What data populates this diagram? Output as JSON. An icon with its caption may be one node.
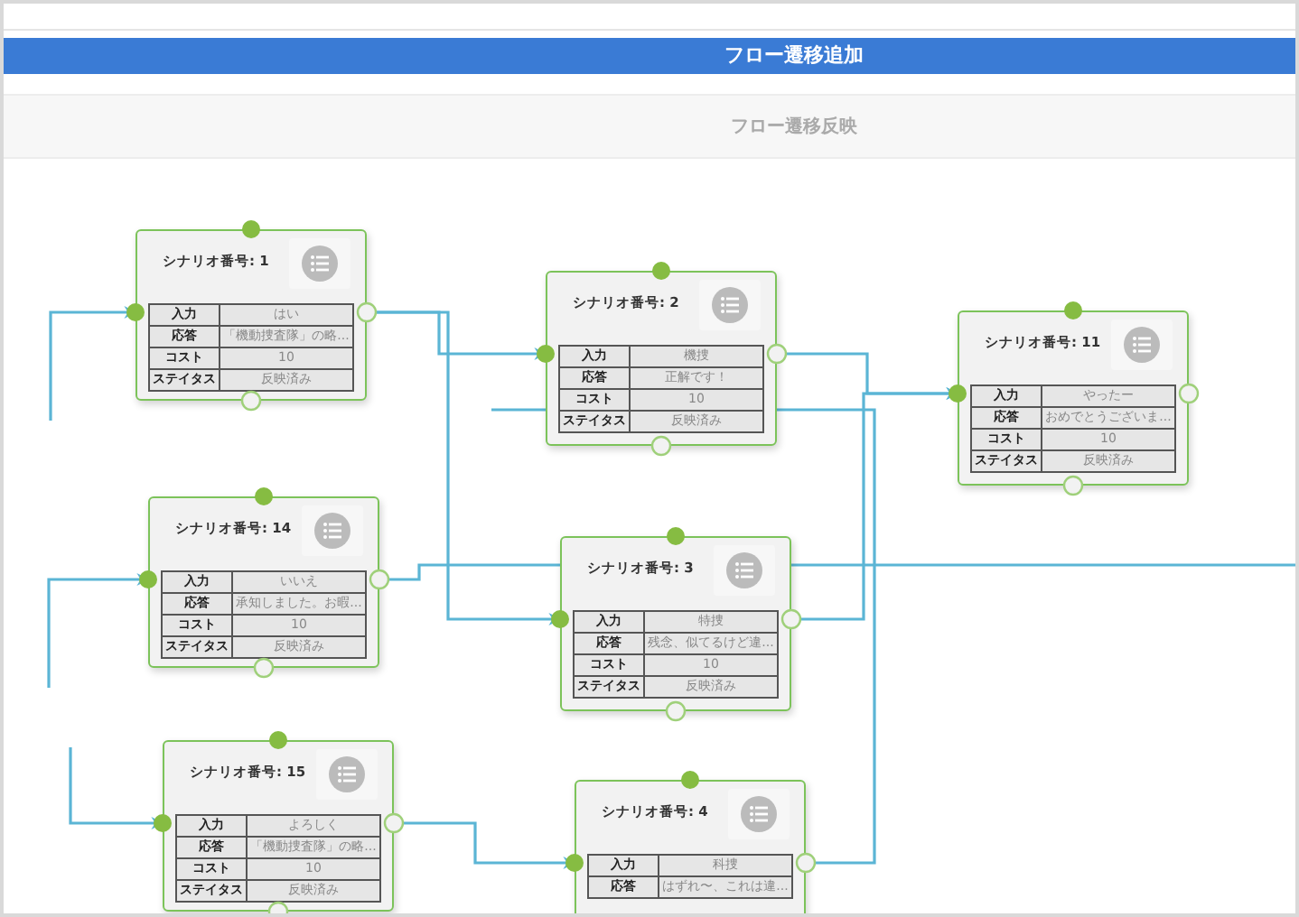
{
  "diagram": {
    "nodes": [
      {
        "text": [
          "シナリオ番号: 1",
          "入力",
          "はい",
          "応答",
          "「機動捜査隊」の略...",
          "コスト",
          "10",
          "ステイタス",
          "反映済み"
        ]
      },
      {
        "text": [
          "シナリオ番号: 2",
          "入力",
          "機捜",
          "応答",
          "正解です！",
          "コスト",
          "10",
          "ステイタス",
          "反映済み"
        ]
      },
      {
        "text": [
          "シナリオ番号: 11",
          "入力",
          "やったー",
          "応答",
          "おめでとうございま...",
          "コスト",
          "10",
          "ステイタス",
          "反映済み"
        ]
      },
      {
        "text": [
          "シナリオ番号: 14",
          "入力",
          "いいえ",
          "応答",
          "承知しました。お暇...",
          "コスト",
          "10",
          "ステイタス",
          "反映済み"
        ]
      },
      {
        "text": [
          "シナリオ番号: 3",
          "入力",
          "特捜",
          "応答",
          "残念、似てるけど違...",
          "コスト",
          "10",
          "ステイタス",
          "反映済み"
        ]
      },
      {
        "text": [
          "シナリオ番号: 15",
          "入力",
          "よろしく",
          "応答",
          "「機動捜査隊」の略...",
          "コスト",
          "10",
          "ステイタス",
          "反映済み"
        ]
      },
      {
        "text": [
          "シナリオ番号: 4",
          "入力",
          "科捜",
          "応答",
          "はずれ〜、これは違..."
        ]
      }
    ],
    "edges": [
      {
        "from": 0,
        "to": 1,
        "arrow": "to"
      },
      {
        "from": 0,
        "to": 4,
        "arrow": "to"
      },
      {
        "from": 1,
        "to": 2,
        "arrow": "to"
      },
      {
        "from": 4,
        "to": 2,
        "arrow": "to"
      },
      {
        "from": 5,
        "to": 6,
        "arrow": "to"
      },
      {
        "from": null,
        "to": 0,
        "arrow": "to"
      },
      {
        "from": null,
        "to": 3,
        "arrow": "to"
      },
      {
        "from": null,
        "to": 5,
        "arrow": "to"
      },
      {
        "from": 3,
        "to": null,
        "arrow": "none"
      },
      {
        "from": 6,
        "to": null,
        "arrow": "none"
      }
    ],
    "labels": [
      "フロー遷移追加",
      "フロー遷移反映"
    ]
  }
}
